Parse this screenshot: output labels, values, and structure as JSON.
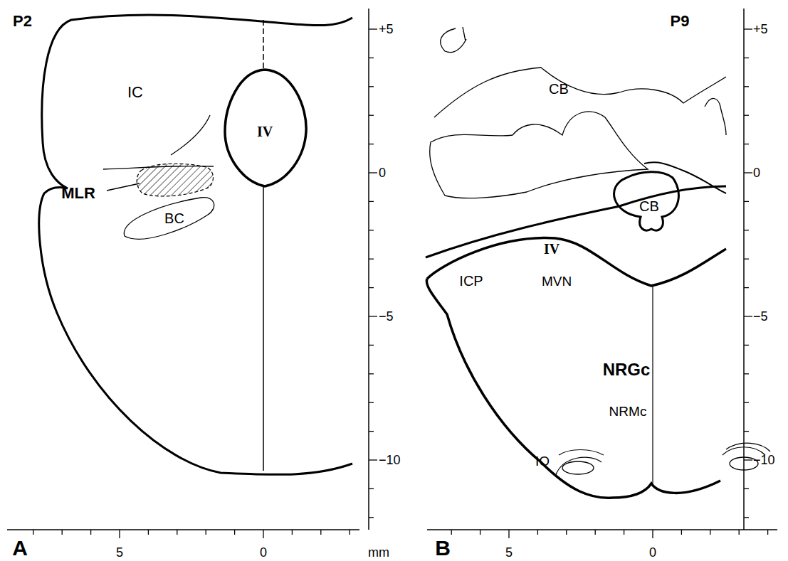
{
  "diagram": {
    "labels": [
      "P2",
      "IC",
      "IV",
      "MLR",
      "BC",
      "A",
      "+5",
      "0",
      "−5",
      "−10",
      "5",
      "0",
      "mm",
      "P9",
      "CB",
      "CB",
      "IV",
      "ICP",
      "MVN",
      "NRGc",
      "NRMc",
      "IO",
      "B",
      "+5",
      "0",
      "−5",
      "−10",
      "5",
      "0"
    ]
  }
}
